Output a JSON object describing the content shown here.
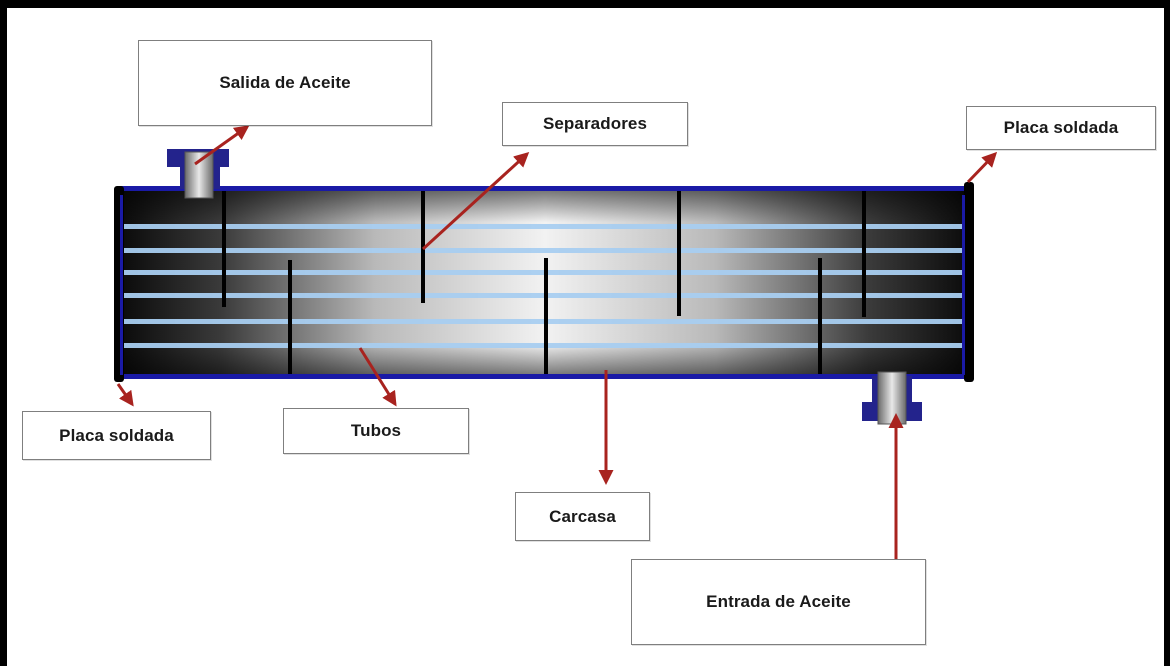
{
  "labels": {
    "oil_outlet": "Salida de Aceite",
    "baffles": "Separadores",
    "welded_plate_right": "Placa soldada",
    "welded_plate_left": "Placa soldada",
    "tubes": "Tubos",
    "shell": "Carcasa",
    "oil_inlet": "Entrada de Aceite"
  },
  "colors": {
    "shell_outline": "#1a1aa6",
    "tube": "#a8cdf0",
    "baffle": "#000000",
    "arrow": "#a8231f",
    "nozzle": "#23238c"
  }
}
